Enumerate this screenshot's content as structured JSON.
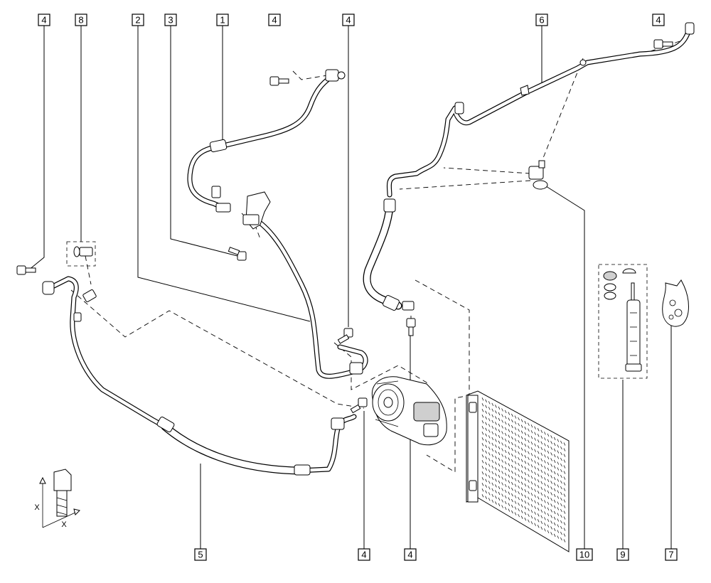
{
  "callouts": [
    {
      "id": "c4a",
      "label": "4"
    },
    {
      "id": "c8",
      "label": "8"
    },
    {
      "id": "c2",
      "label": "2"
    },
    {
      "id": "c3",
      "label": "3"
    },
    {
      "id": "c1",
      "label": "1"
    },
    {
      "id": "c4b",
      "label": "4"
    },
    {
      "id": "c4c",
      "label": "4"
    },
    {
      "id": "c6",
      "label": "6"
    },
    {
      "id": "c4d",
      "label": "4"
    },
    {
      "id": "c5",
      "label": "5"
    },
    {
      "id": "c4e",
      "label": "4"
    },
    {
      "id": "c4f",
      "label": "4"
    },
    {
      "id": "c10",
      "label": "10"
    },
    {
      "id": "c9",
      "label": "9"
    },
    {
      "id": "c7",
      "label": "7"
    }
  ],
  "torque_detail": {
    "x_label_left": "X",
    "x_label_bottom": "X"
  }
}
